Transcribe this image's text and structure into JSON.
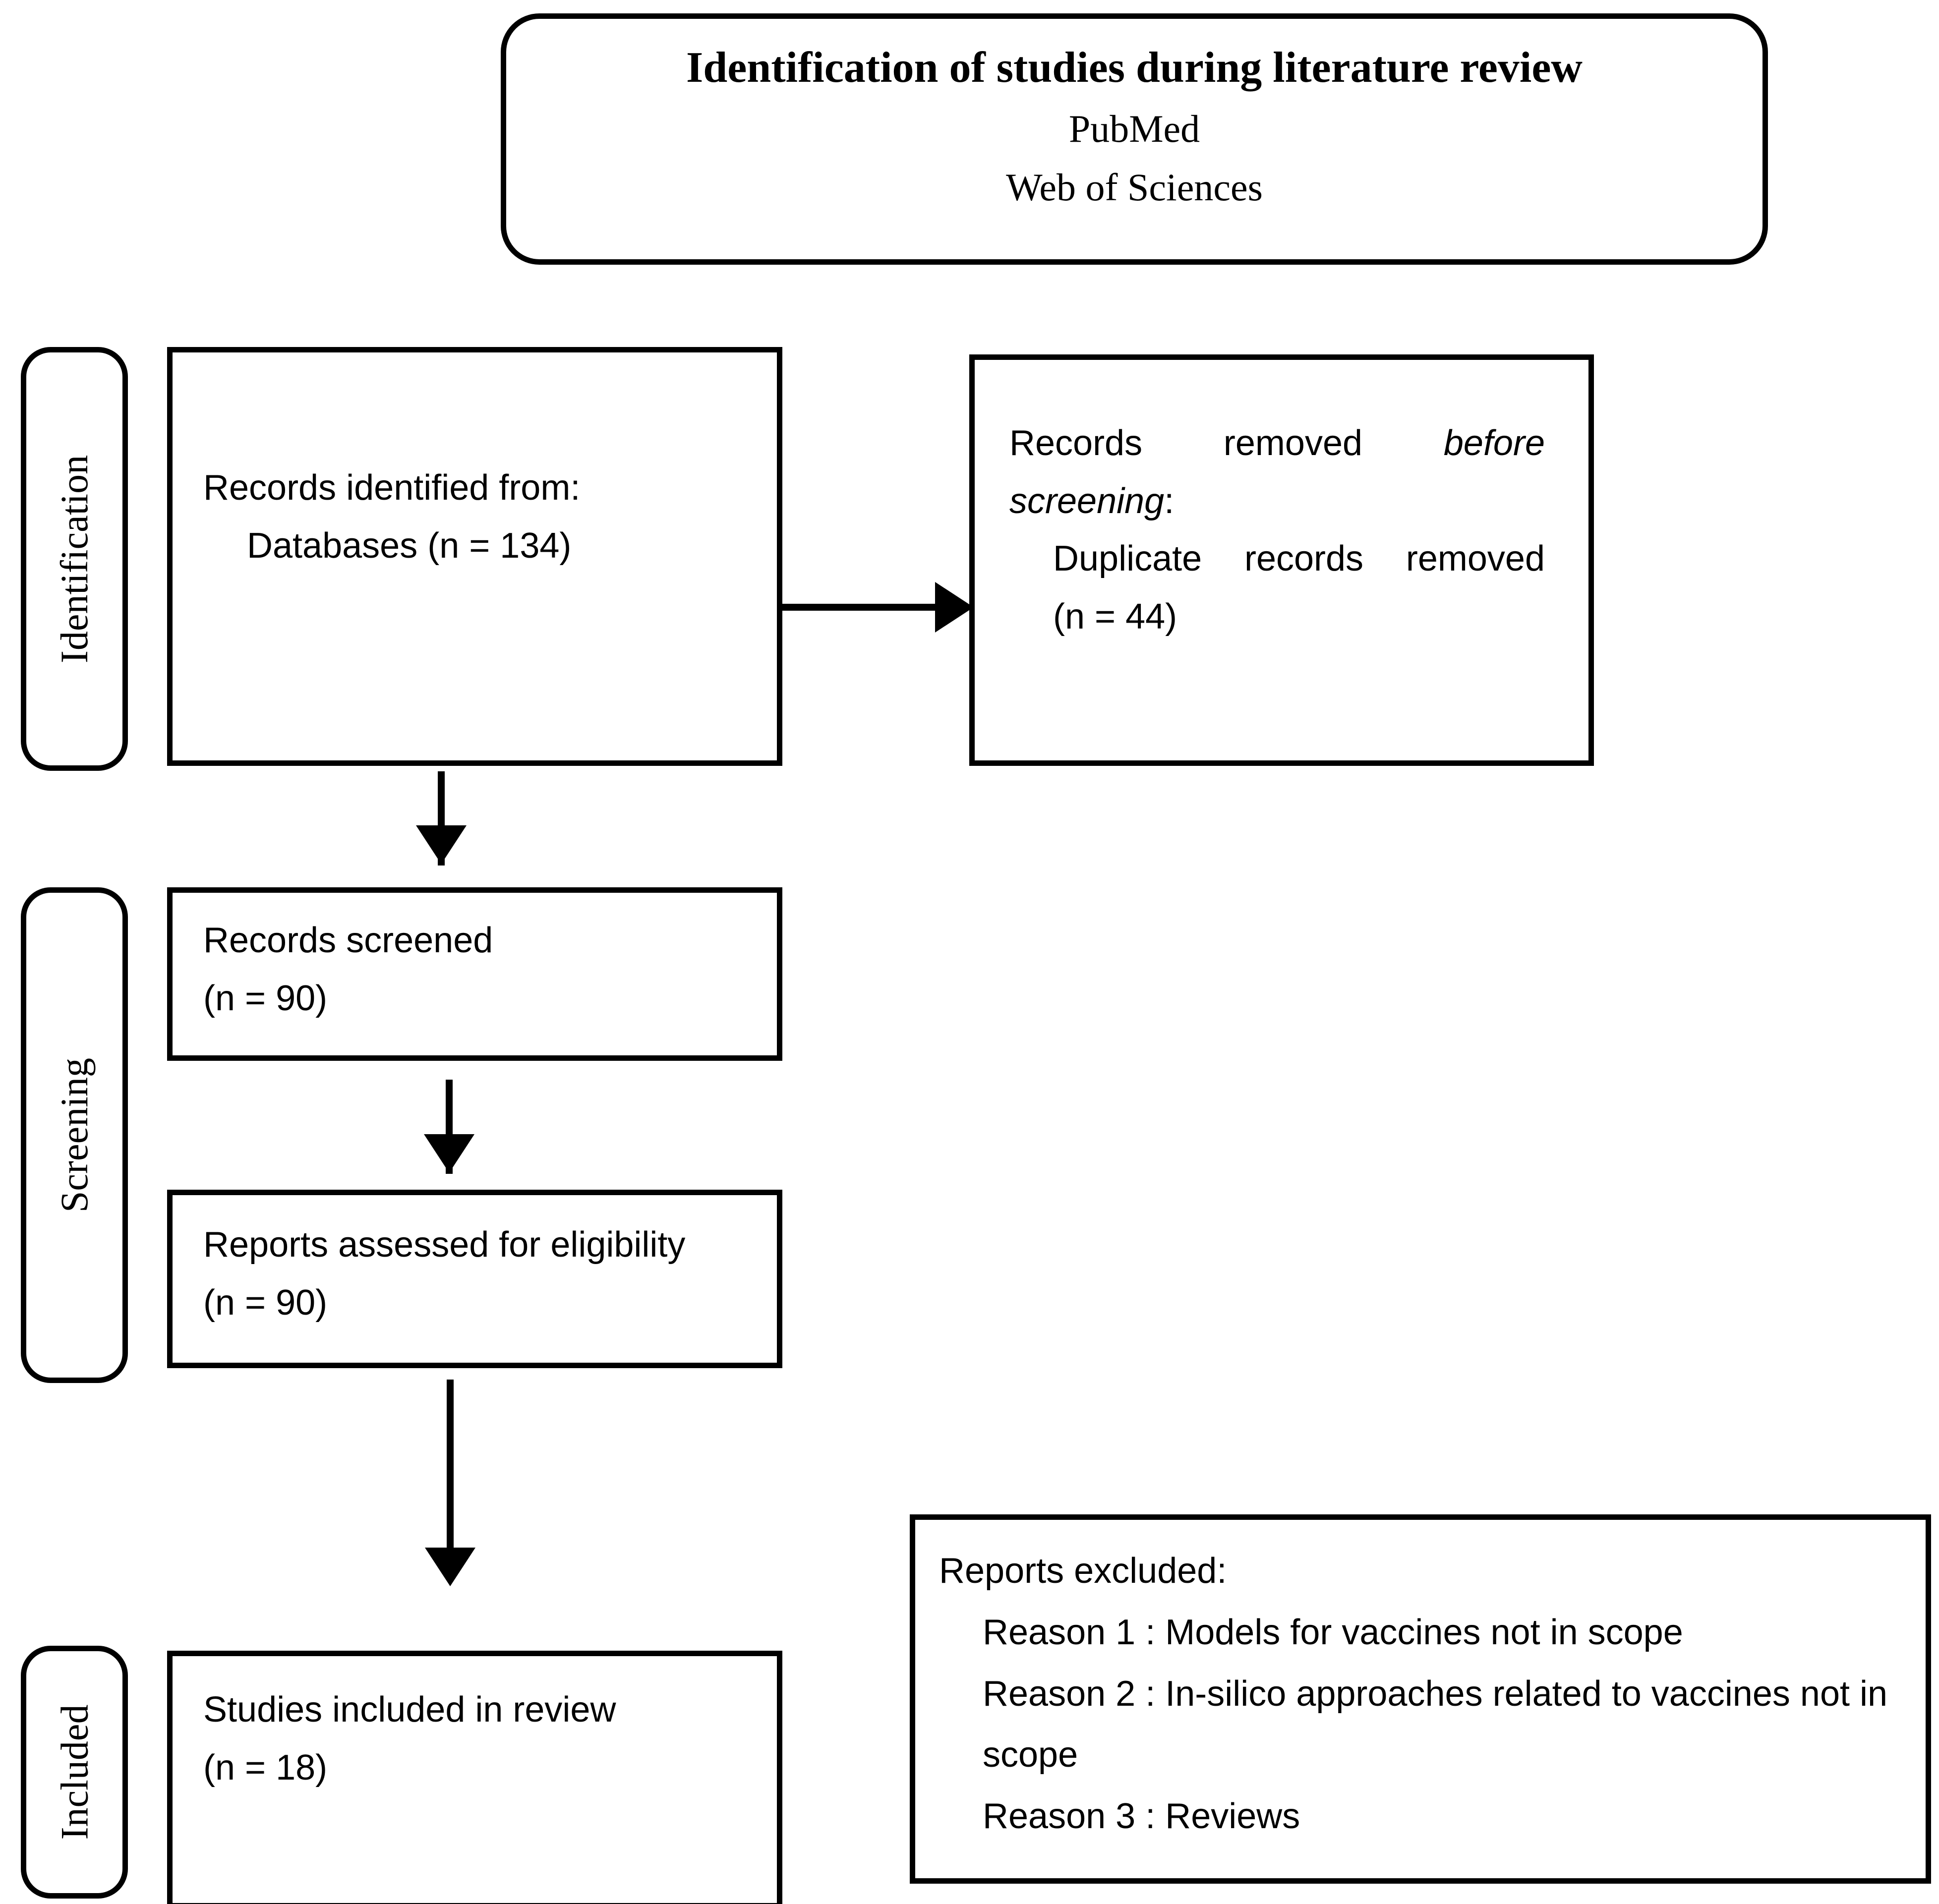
{
  "diagram": {
    "kind": "prisma-flow-diagram",
    "header": {
      "title": "Identification of studies during literature review",
      "source_1": "PubMed",
      "source_2": "Web of Sciences"
    },
    "stages": [
      {
        "id": "identification",
        "label": "Identification"
      },
      {
        "id": "screening",
        "label": "Screening"
      },
      {
        "id": "included",
        "label": "Included"
      }
    ],
    "boxes": {
      "records_identified": {
        "line_1": "Records identified from:",
        "line_2": "Databases (n = 134)"
      },
      "records_removed": {
        "line_1_a": "Records removed ",
        "line_1_italic": "before screening",
        "line_1_b": ":",
        "line_2": "Duplicate records removed",
        "line_3": "(n = 44)"
      },
      "records_screened": {
        "line_1": "Records screened",
        "line_2": "(n = 90)"
      },
      "reports_assessed": {
        "line_1": "Reports assessed for eligibility",
        "line_2": "(n = 90)"
      },
      "studies_included": {
        "line_1": "Studies included in review",
        "line_2": "(n = 18)"
      },
      "reports_excluded": {
        "heading": "Reports excluded:",
        "reason_1": "Reason 1 : Models for vaccines not in scope",
        "reason_2": "Reason 2 : In-silico approaches related to vaccines not in scope",
        "reason_3": "Reason 3 : Reviews"
      }
    },
    "arrows": [
      {
        "id": "identified-to-removed",
        "direction": "right"
      },
      {
        "id": "identified-to-screened",
        "direction": "down"
      },
      {
        "id": "screened-to-assessed",
        "direction": "down"
      },
      {
        "id": "assessed-to-included",
        "direction": "down"
      }
    ],
    "colors": {
      "stroke": "#000000",
      "fill": "#ffffff",
      "text": "#000000"
    }
  }
}
